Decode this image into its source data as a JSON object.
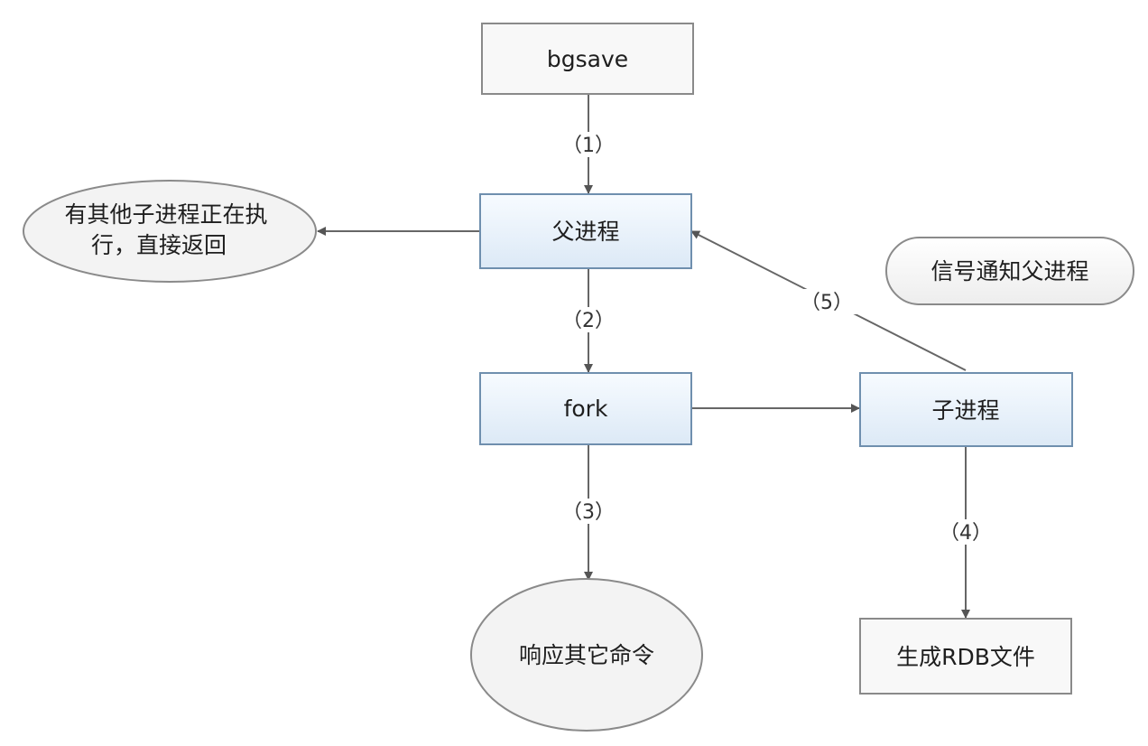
{
  "diagram": {
    "nodes": {
      "bgsave": "bgsave",
      "parent_process": "父进程",
      "other_child_running": [
        "有其他子进程正在执",
        "行，直接返回"
      ],
      "fork": "fork",
      "child_process": "子进程",
      "signal_notify_parent": "信号通知父进程",
      "respond_other_commands": "响应其它命令",
      "generate_rdb": "生成RDB文件"
    },
    "edges": {
      "step1": "（1）",
      "step2": "（2）",
      "step3": "（3）",
      "step4": "（4）",
      "step5": "（5）"
    }
  }
}
